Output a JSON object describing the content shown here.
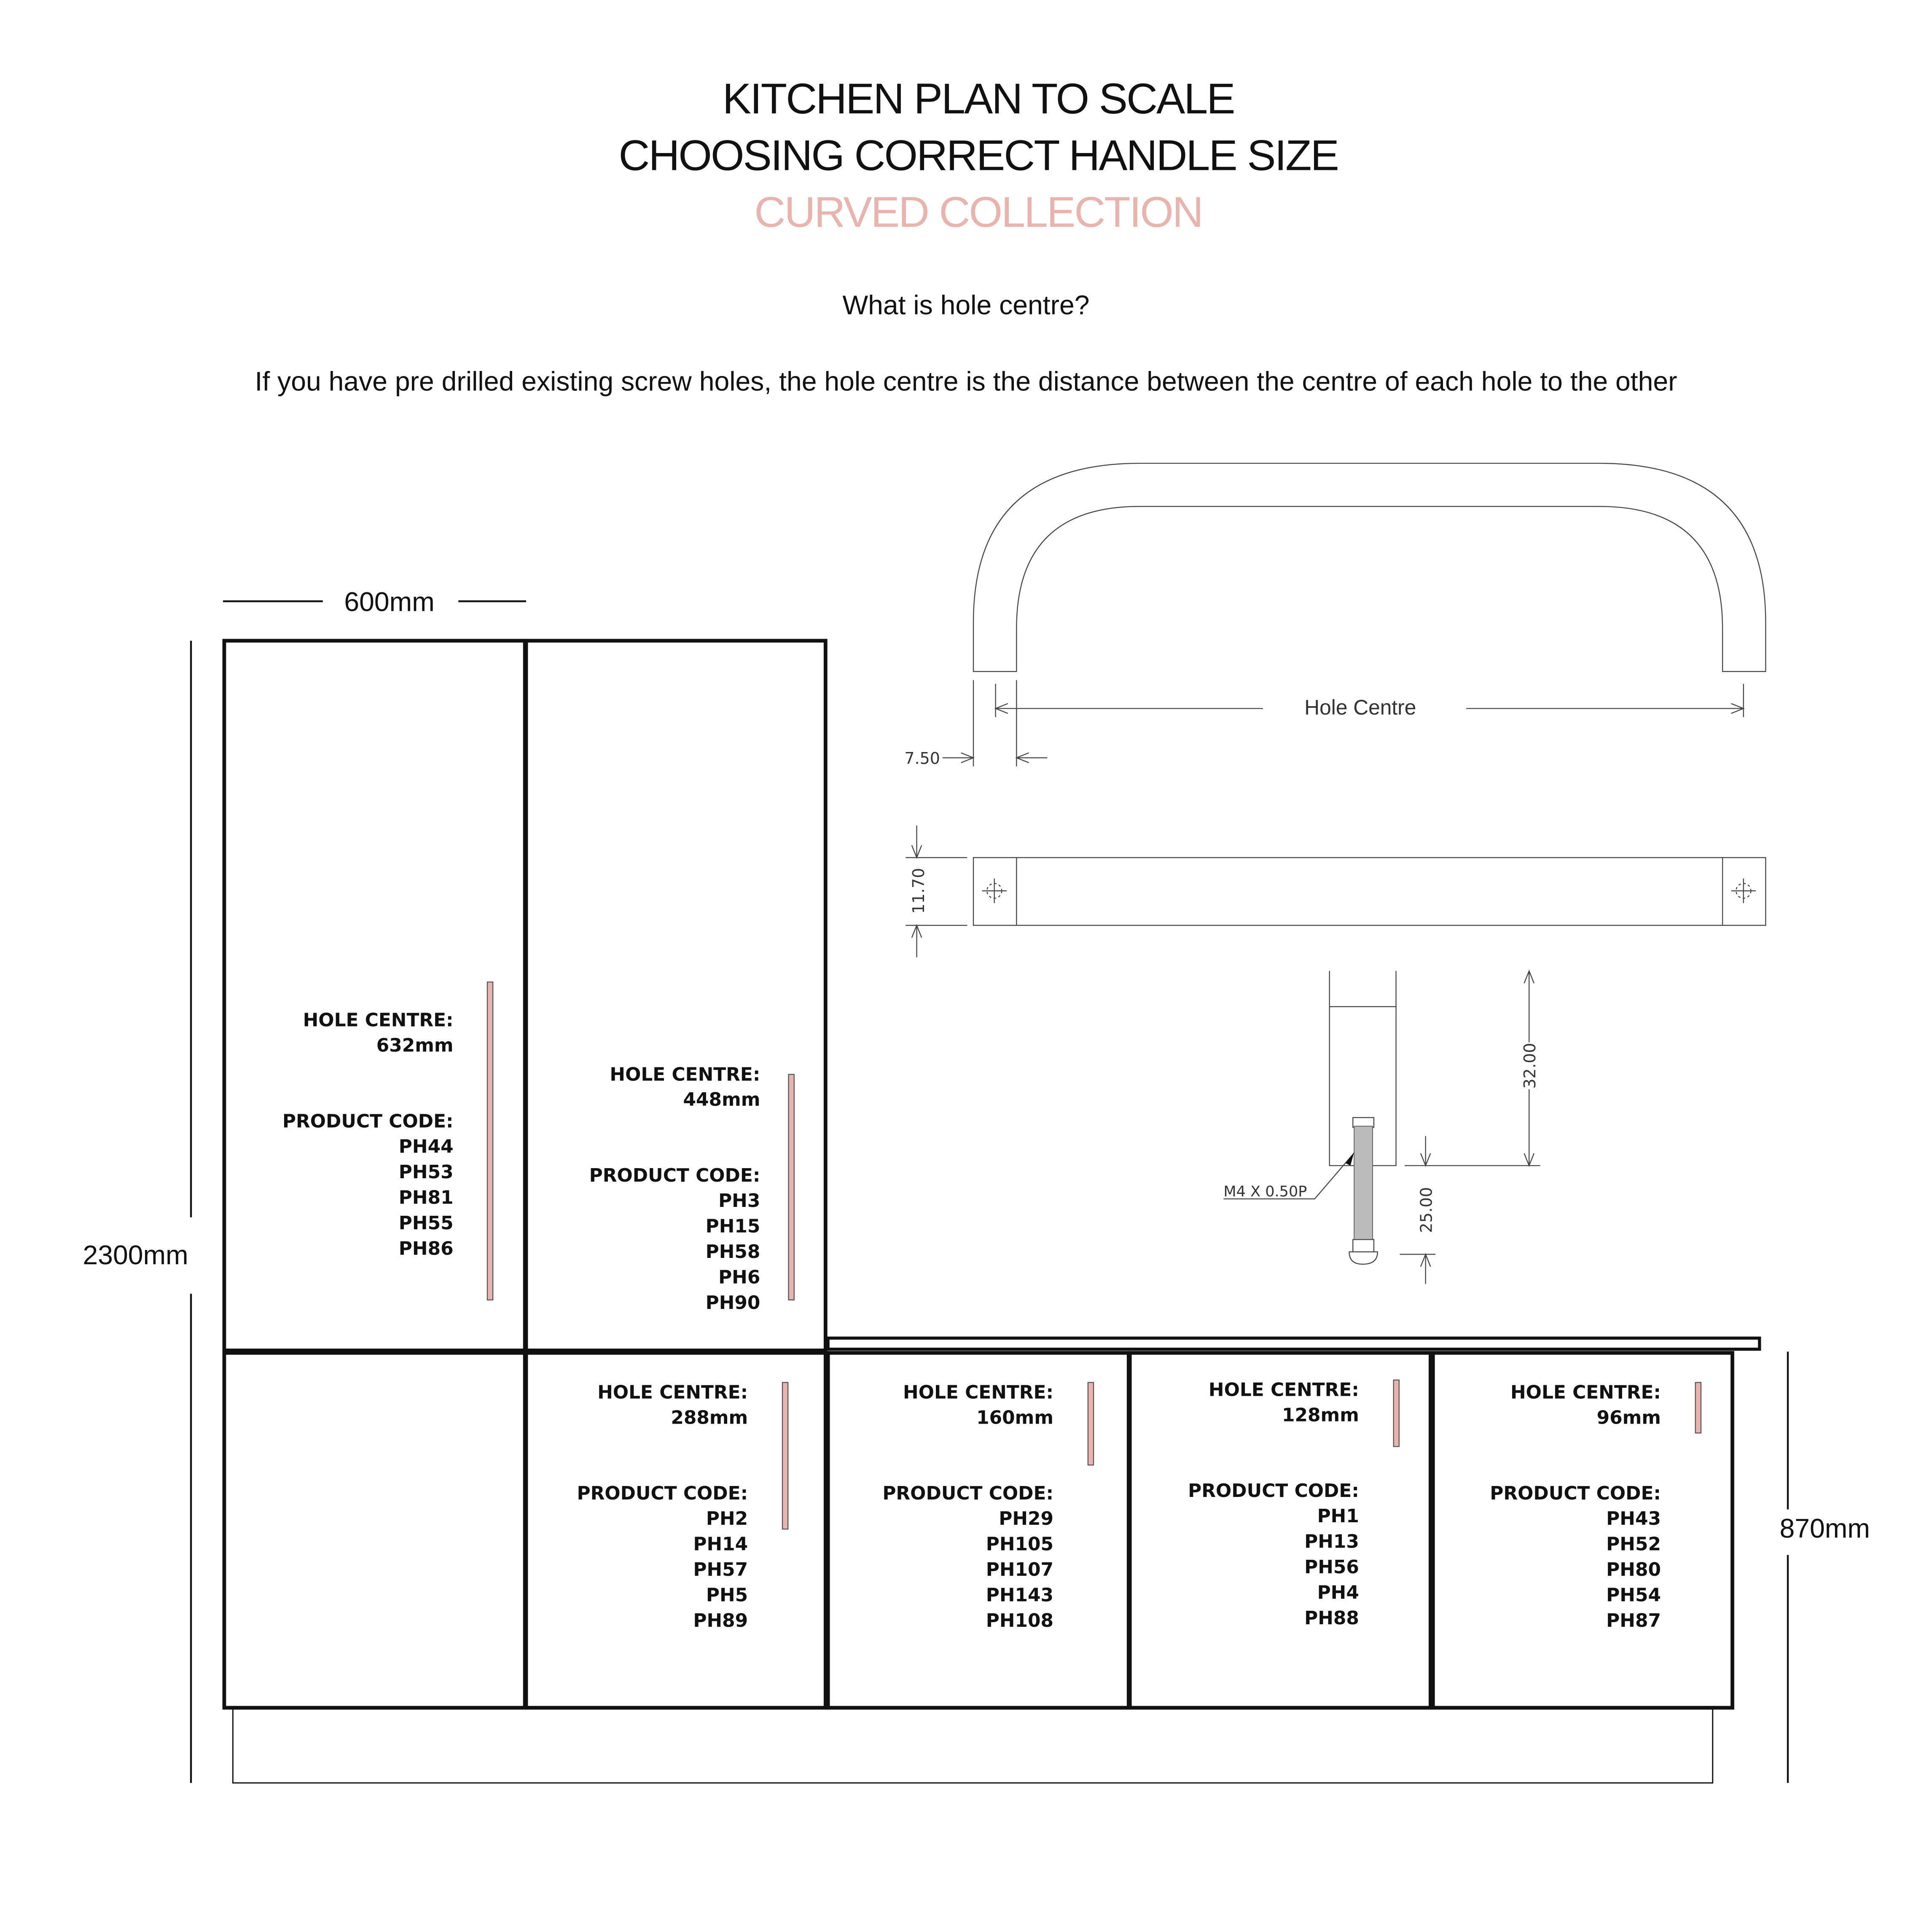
{
  "header": {
    "title_line1": "KITCHEN PLAN TO SCALE",
    "title_line2": "CHOOSING CORRECT HANDLE SIZE",
    "collection": "CURVED COLLECTION",
    "question": "What is hole centre?",
    "explanation": "If you have pre drilled existing screw holes, the hole centre is the distance between the centre of each hole to the other"
  },
  "colors": {
    "accent": "#e8b4ad",
    "line": "#111111"
  },
  "dimensions": {
    "width": "600mm",
    "total_height": "2300mm",
    "base_height": "870mm"
  },
  "handle_drawing": {
    "hole_centre": "Hole Centre",
    "offset": "7.50",
    "thickness": "11.70",
    "post_height": "32.00",
    "screw_length": "25.00",
    "screw_spec": "M4 X 0.50P"
  },
  "labels": {
    "hole_centre": "HOLE CENTRE:",
    "product_code": "PRODUCT CODE:"
  },
  "units": [
    {
      "hole_centre": "632mm",
      "codes": [
        "PH44",
        "PH53",
        "PH81",
        "PH55",
        "PH86"
      ]
    },
    {
      "hole_centre": "448mm",
      "codes": [
        "PH3",
        "PH15",
        "PH58",
        "PH6",
        "PH90"
      ]
    },
    {
      "hole_centre": "288mm",
      "codes": [
        "PH2",
        "PH14",
        "PH57",
        "PH5",
        "PH89"
      ]
    },
    {
      "hole_centre": "160mm",
      "codes": [
        "PH29",
        "PH105",
        "PH107",
        "PH143",
        "PH108"
      ]
    },
    {
      "hole_centre": "128mm",
      "codes": [
        "PH1",
        "PH13",
        "PH56",
        "PH4",
        "PH88"
      ]
    },
    {
      "hole_centre": "96mm",
      "codes": [
        "PH43",
        "PH52",
        "PH80",
        "PH54",
        "PH87"
      ]
    }
  ]
}
